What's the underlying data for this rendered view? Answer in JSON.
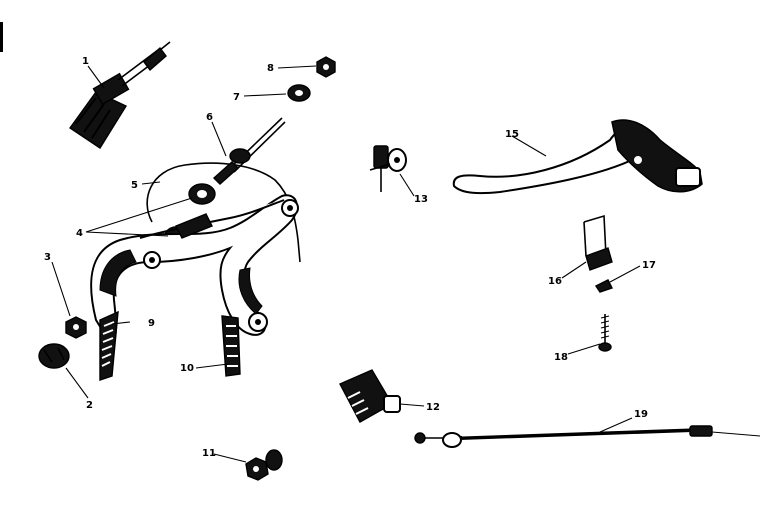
{
  "diagram": {
    "title": "",
    "part_labels": [
      "1",
      "2",
      "3",
      "4",
      "5",
      "6",
      "7",
      "8",
      "9",
      "10",
      "11",
      "12",
      "13",
      "15",
      "16",
      "17",
      "18",
      "19"
    ]
  }
}
